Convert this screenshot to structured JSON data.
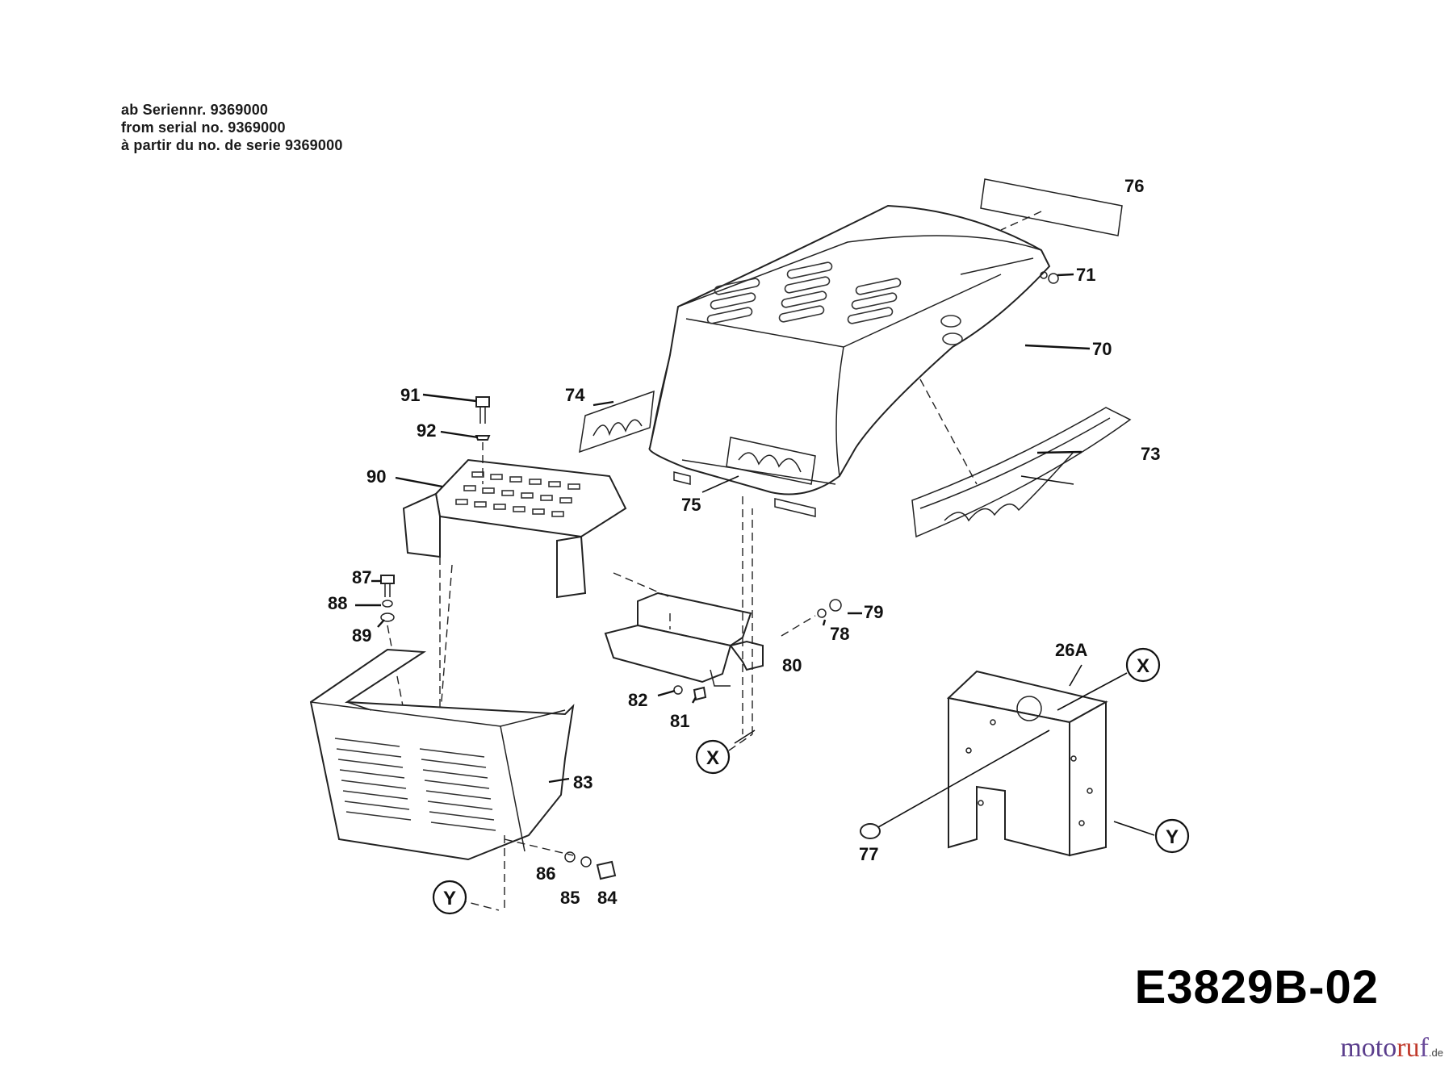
{
  "serial_note": {
    "de": "ab Seriennr. 9369000",
    "en": "from serial no. 9369000",
    "fr": "à partir du no. de serie 9369000"
  },
  "part_labels": {
    "p70": "70",
    "p71": "71",
    "p73": "73",
    "p74": "74",
    "p75": "75",
    "p76": "76",
    "p77": "77",
    "p78": "78",
    "p79": "79",
    "p80": "80",
    "p81": "81",
    "p82": "82",
    "p83": "83",
    "p84": "84",
    "p85": "85",
    "p86": "86",
    "p87": "87",
    "p88": "88",
    "p89": "89",
    "p90": "90",
    "p91": "91",
    "p92": "92",
    "p26a": "26A"
  },
  "connectors": {
    "x": "X",
    "y": "Y"
  },
  "drawing_code": "E3829B-02",
  "watermark": {
    "brand_a": "moto",
    "brand_b": "ru",
    "brand_c": "f",
    "domain": ".de"
  }
}
